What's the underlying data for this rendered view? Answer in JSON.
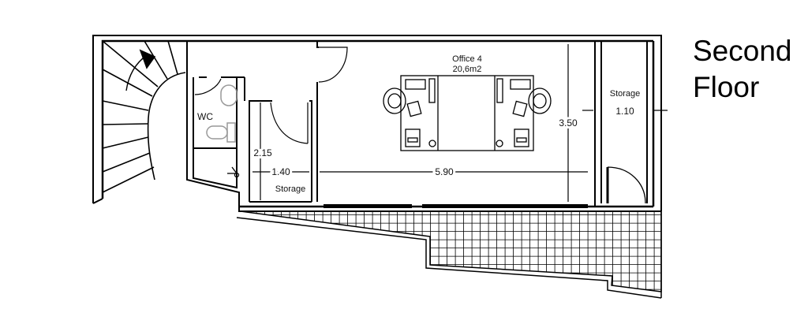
{
  "title": {
    "line1": "Second",
    "line2": "Floor"
  },
  "rooms": {
    "office": {
      "name": "Office 4",
      "area": "20,6m2"
    },
    "wc": {
      "name": "WC"
    },
    "storage_small": {
      "name": "Storage"
    },
    "storage_right": {
      "name": "Storage",
      "width": "1.10"
    }
  },
  "dimensions": {
    "office_width": "5.90",
    "office_depth": "3.50",
    "storage_small_width": "1.40",
    "storage_small_depth": "2.15"
  },
  "colors": {
    "line": "#000000",
    "fixture": "#999999",
    "background": "#ffffff"
  }
}
